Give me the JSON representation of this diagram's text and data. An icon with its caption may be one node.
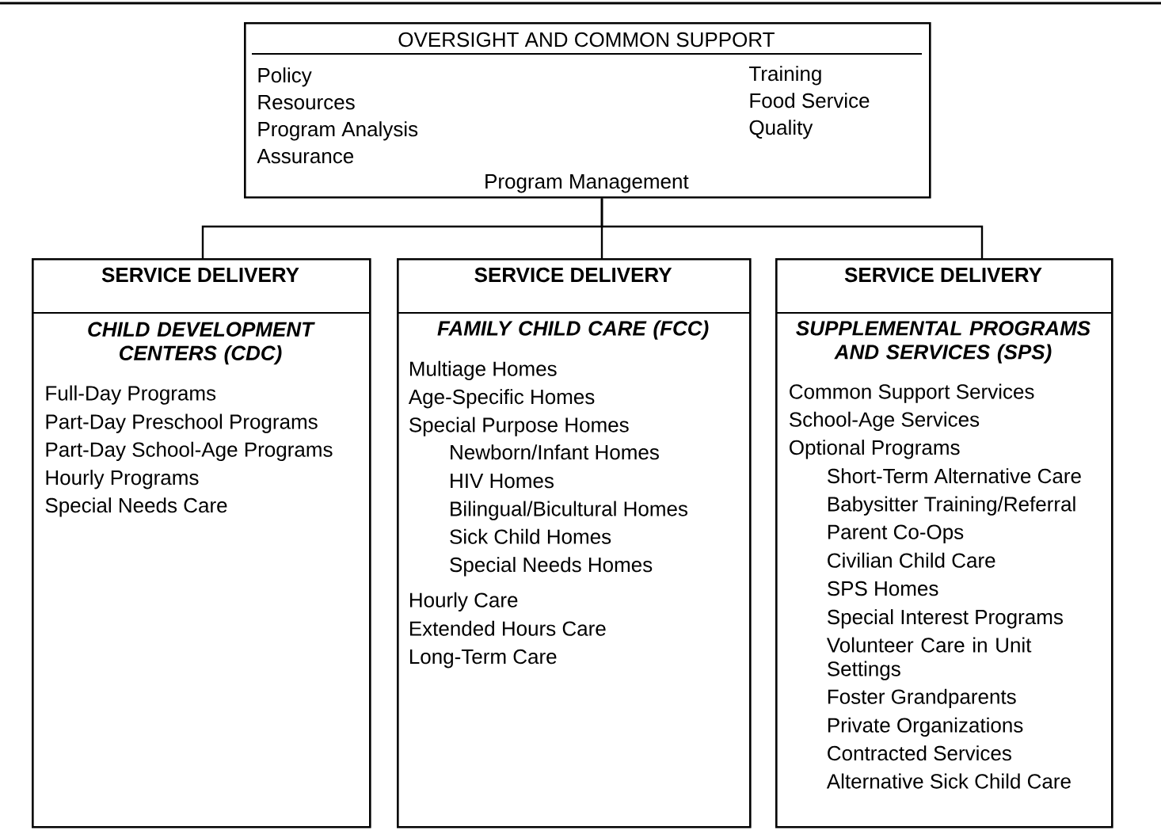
{
  "diagram": {
    "nodes": [
      {
        "text": [
          "OVERSIGHT AND COMMON SUPPORT",
          "Policy",
          "Resources",
          "Program Analysis",
          "Assurance",
          "Training",
          "Food Service",
          "Quality",
          "Program Management"
        ]
      },
      {
        "text": [
          "SERVICE DELIVERY",
          "CHILD DEVELOPMENT CENTERS (CDC)",
          "Full-Day Programs",
          "Part-Day Preschool Programs",
          "Part-Day School-Age Programs",
          "Hourly Programs",
          "Special Needs Care"
        ]
      },
      {
        "text": [
          "SERVICE DELIVERY",
          "FAMILY CHILD CARE (FCC)",
          "Multiage Homes",
          "Age-Specific Homes",
          "Special Purpose Homes",
          "Newborn/Infant Homes",
          "HIV Homes",
          "Bilingual/Bicultural Homes",
          "Sick Child Homes",
          "Special Needs Homes",
          "Hourly Care",
          "Extended Hours Care",
          "Long-Term Care"
        ]
      },
      {
        "text": [
          "SERVICE DELIVERY",
          "SUPPLEMENTAL PROGRAMS AND SERVICES (SPS)",
          "Common Support Services",
          "School-Age Services",
          "Optional Programs",
          "Short-Term Alternative Care",
          "Babysitter Training/Referral",
          "Parent Co-Ops",
          "Civilian Child Care",
          "SPS Homes",
          "Special Interest Programs",
          "Volunteer Care in Unit Settings",
          "Foster Grandparents",
          "Private Organizations",
          "Contracted Services",
          "Alternative Sick Child Care"
        ]
      }
    ],
    "edges": [
      {
        "from": 0,
        "to": 1,
        "arrow": "none"
      },
      {
        "from": 0,
        "to": 2,
        "arrow": "none"
      },
      {
        "from": 0,
        "to": 3,
        "arrow": "none"
      }
    ]
  }
}
